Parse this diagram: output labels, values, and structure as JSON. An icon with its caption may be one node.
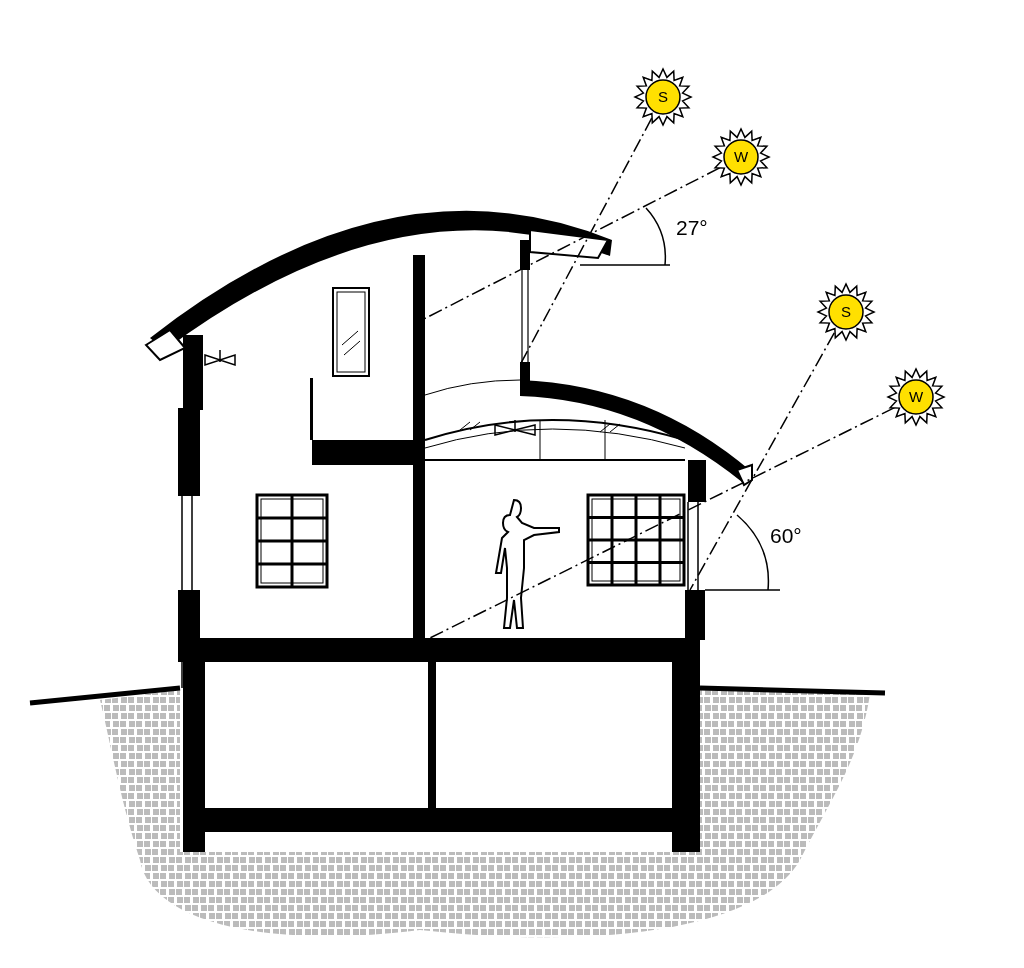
{
  "diagram": {
    "nodes": [
      {
        "text": [
          "S"
        ]
      },
      {
        "text": [
          "W"
        ]
      },
      {
        "text": [
          "S"
        ]
      },
      {
        "text": [
          "W"
        ]
      }
    ],
    "edges": [
      {
        "from": 0,
        "to": null,
        "arrow": "none",
        "style": "dashed"
      },
      {
        "from": 1,
        "to": null,
        "arrow": "none",
        "style": "dashed"
      },
      {
        "from": 2,
        "to": null,
        "arrow": "none",
        "style": "dashed"
      },
      {
        "from": 3,
        "to": null,
        "arrow": "none",
        "style": "dashed"
      }
    ],
    "labels": [
      "27°",
      "60°"
    ]
  }
}
